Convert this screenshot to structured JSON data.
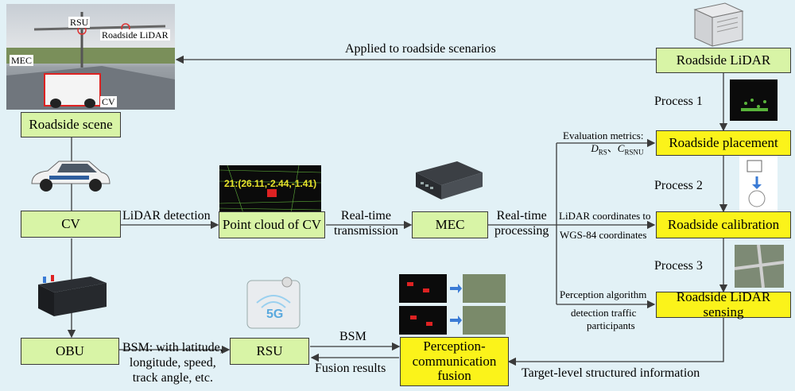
{
  "nodes": {
    "roadside_scene": "Roadside scene",
    "cv": "CV",
    "point_cloud": "Point cloud of CV",
    "mec": "MEC",
    "obu": "OBU",
    "rsu": "RSU",
    "fusion": "Perception-communication fusion",
    "roadside_lidar": "Roadside LiDAR",
    "placement": "Roadside placement",
    "calibration": "Roadside calibration",
    "sensing": "Roadside LiDAR sensing"
  },
  "edges": {
    "applied": "Applied to roadside scenarios",
    "lidar_detection": "LiDAR detection",
    "realtime_transmission_1": "Real-time",
    "realtime_transmission_2": "transmission",
    "realtime_processing_1": "Real-time",
    "realtime_processing_2": "processing",
    "process1": "Process 1",
    "process2": "Process 2",
    "process3": "Process 3",
    "eval_line1": "Evaluation metrics:",
    "lidar_coords_line1": "LiDAR coordinates to",
    "lidar_coords_line2": "WGS-84 coordinates",
    "perception_line1": "Perception algorithm",
    "perception_line2": "detection traffic",
    "perception_line3": "participants",
    "bsm_info_1": "BSM: with latitude,",
    "bsm_info_2": "longitude, speed,",
    "bsm_info_3": "track angle, etc.",
    "bsm": "BSM",
    "fusion_results": "Fusion results",
    "target_level": "Target-level structured information"
  },
  "photo_labels": {
    "rsu": "RSU",
    "roadside_lidar": "Roadside LiDAR",
    "mec": "MEC",
    "cv": "CV",
    "point_cloud_readout": "21:(26.11,-2.44,-1.41)",
    "rsu_5g": "5G"
  },
  "eval_metrics": {
    "d": "D",
    "d_sub": "RS",
    "sep": "、",
    "c": "C",
    "c_sub": "RSNU"
  },
  "colors": {
    "background": "#e2f1f6",
    "green_box": "#d8f4a6",
    "yellow_box": "#fbf31a",
    "arrow": "#3a3a3a"
  }
}
